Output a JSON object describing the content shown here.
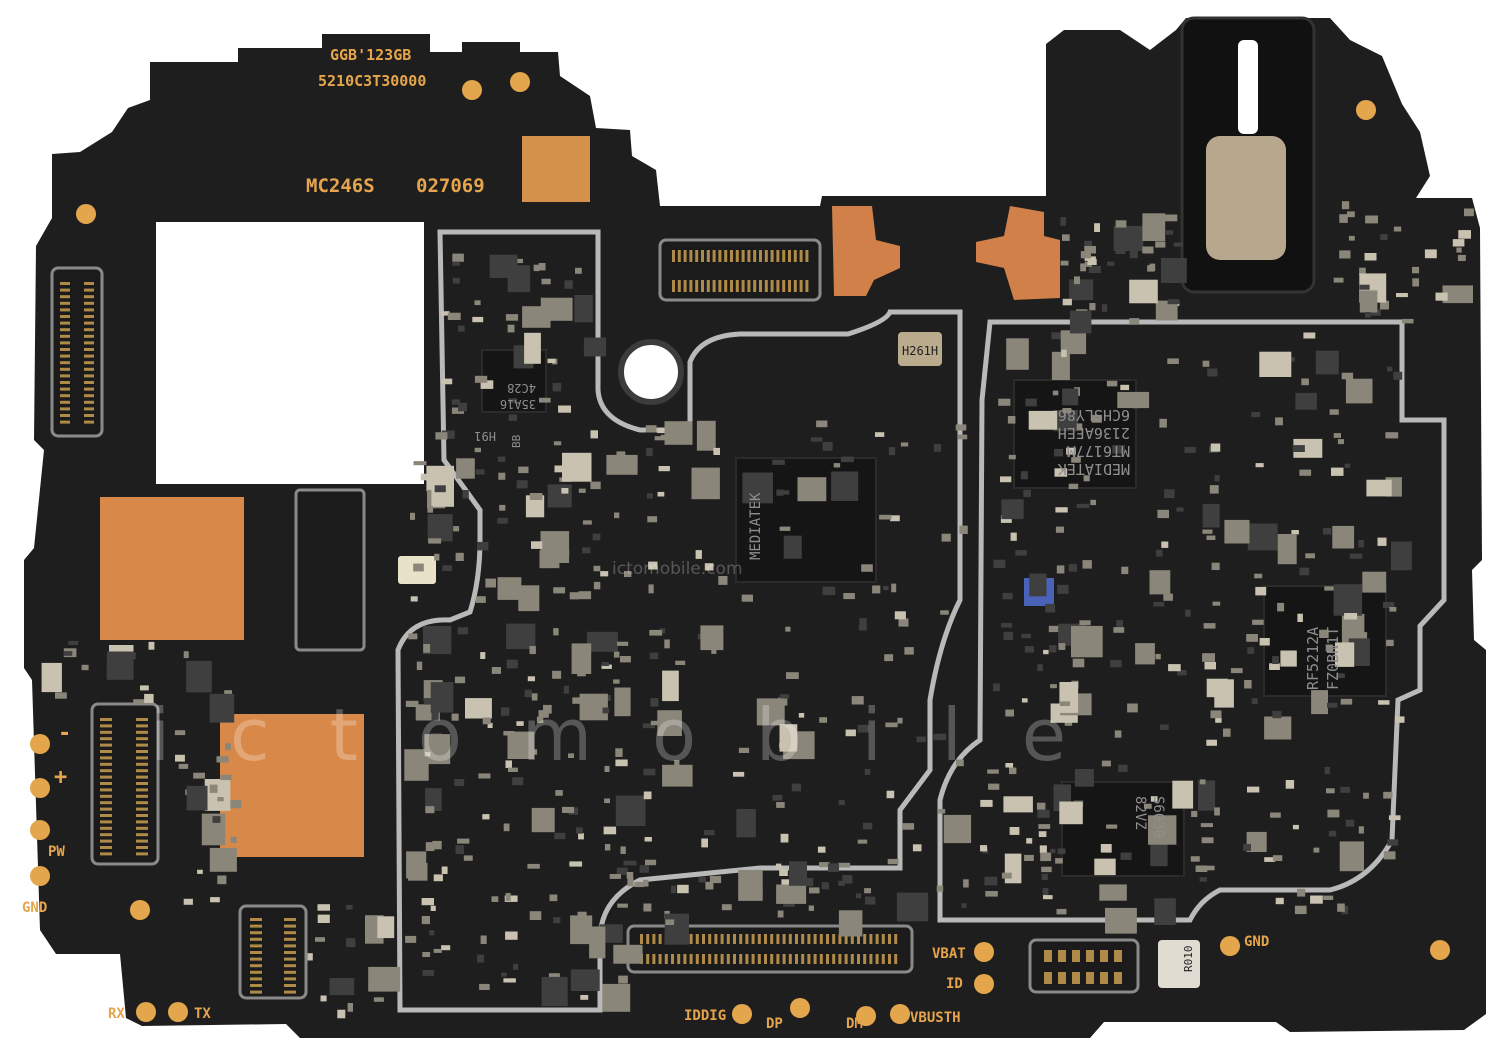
{
  "board": {
    "model_label": "MC246S",
    "serial_label": "027069",
    "code_line_1": "GGB'123GB",
    "code_line_2": "5210C3T30000",
    "watermark": "ictomobile",
    "watermark_small": "ictomobile.com",
    "colors": {
      "pcb": "#1f1f1f",
      "silkscreen": "#e6a54c",
      "copper": "#d8894a",
      "shield": "#b9b9b9"
    }
  },
  "chips": {
    "cpu_line_1": "MEDIATEK",
    "pmic_line_1": "MEDIATEK",
    "pmic_line_2": "MT6177M",
    "pmic_line_3": "2136AFEH",
    "pmic_line_4": "6CHSLY86",
    "pa_line_1": "RF5212A",
    "pa_line_2": "FZ0BN1T",
    "memory_line_1": "S6030",
    "memory_line_2": "82VZ",
    "small_chip_1": "35A16",
    "small_chip_2": "4C28",
    "crystal": "H261H",
    "resistor": "R010",
    "ic_code": "H91",
    "ic_code_2": "BB"
  },
  "test_points": {
    "minus": "-",
    "plus": "+",
    "pw": "PW",
    "gnd_left": "GND",
    "rx": "RX",
    "tx": "TX",
    "iddig": "IDDIG",
    "dp": "DP",
    "dm": "DM",
    "vbusth": "VBUSTH",
    "vbat": "VBAT",
    "id": "ID",
    "gnd_right": "GND"
  }
}
